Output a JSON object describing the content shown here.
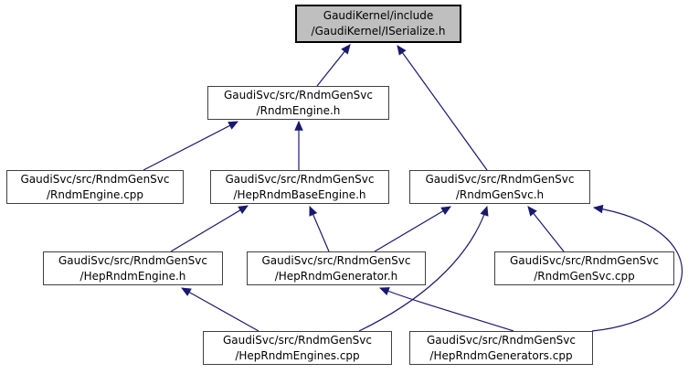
{
  "diagram": {
    "kind": "doxygen-include-dependency-graph",
    "colors": {
      "edge": "#191970",
      "node_border": "#404040",
      "node_fill": "#ffffff",
      "highlight_fill": "#bfbfbf",
      "highlight_border": "#000000",
      "background": "#ffffff"
    }
  },
  "nodes": [
    {
      "id": "iserialize-h",
      "label": "GaudiKernel/include\n/GaudiKernel/ISerialize.h",
      "highlighted": true
    },
    {
      "id": "rndmengine-h",
      "label": "GaudiSvc/src/RndmGenSvc\n/RndmEngine.h"
    },
    {
      "id": "rndmengine-cpp",
      "label": "GaudiSvc/src/RndmGenSvc\n/RndmEngine.cpp"
    },
    {
      "id": "heprndmbaseengine-h",
      "label": "GaudiSvc/src/RndmGenSvc\n/HepRndmBaseEngine.h"
    },
    {
      "id": "rndmgensvc-h",
      "label": "GaudiSvc/src/RndmGenSvc\n/RndmGenSvc.h"
    },
    {
      "id": "heprndmengine-h",
      "label": "GaudiSvc/src/RndmGenSvc\n/HepRndmEngine.h"
    },
    {
      "id": "heprndmgenerator-h",
      "label": "GaudiSvc/src/RndmGenSvc\n/HepRndmGenerator.h"
    },
    {
      "id": "rndmgensvc-cpp",
      "label": "GaudiSvc/src/RndmGenSvc\n/RndmGenSvc.cpp"
    },
    {
      "id": "heprndmengines-cpp",
      "label": "GaudiSvc/src/RndmGenSvc\n/HepRndmEngines.cpp"
    },
    {
      "id": "heprndmgenerators-cpp",
      "label": "GaudiSvc/src/RndmGenSvc\n/HepRndmGenerators.cpp"
    }
  ],
  "edges": [
    {
      "from": "rndmengine-h",
      "to": "iserialize-h"
    },
    {
      "from": "rndmgensvc-h",
      "to": "iserialize-h"
    },
    {
      "from": "rndmengine-cpp",
      "to": "rndmengine-h"
    },
    {
      "from": "heprndmbaseengine-h",
      "to": "rndmengine-h"
    },
    {
      "from": "heprndmengine-h",
      "to": "heprndmbaseengine-h"
    },
    {
      "from": "heprndmgenerator-h",
      "to": "heprndmbaseengine-h"
    },
    {
      "from": "heprndmgenerator-h",
      "to": "rndmgensvc-h"
    },
    {
      "from": "rndmgensvc-cpp",
      "to": "rndmgensvc-h"
    },
    {
      "from": "heprndmengines-cpp",
      "to": "rndmgensvc-h"
    },
    {
      "from": "heprndmgenerators-cpp",
      "to": "rndmgensvc-h"
    },
    {
      "from": "heprndmengines-cpp",
      "to": "heprndmengine-h"
    },
    {
      "from": "heprndmgenerators-cpp",
      "to": "heprndmgenerator-h"
    }
  ]
}
